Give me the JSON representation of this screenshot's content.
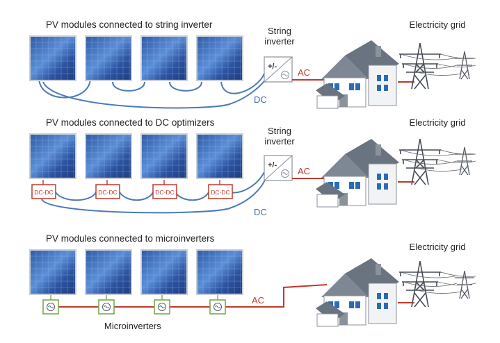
{
  "colors": {
    "dc_wire": "#4a7ab8",
    "ac_wire": "#c0392b",
    "optimizer_border": "#c0392b",
    "micro_border": "#7aa84a",
    "panel_frame": "#c9ced6",
    "text": "#222222",
    "ac_label": "#c0392b",
    "dc_label": "#3f6ea8"
  },
  "icons": [
    "solar-panel-icon",
    "inverter-icon",
    "house-icon",
    "transmission-tower-icon",
    "microinverter-icon"
  ],
  "rows": [
    {
      "id": "string",
      "title": "PV modules connected to string inverter",
      "inverter_label_line1": "String",
      "inverter_label_line2": "inverter",
      "inverter_symbol": "+/-",
      "dc_label": "DC",
      "ac_label": "AC",
      "grid_label": "Electricity grid"
    },
    {
      "id": "optimizer",
      "title": "PV modules connected to DC optimizers",
      "inverter_label_line1": "String",
      "inverter_label_line2": "inverter",
      "inverter_symbol": "+/-",
      "optimizer_label": "DC-DC",
      "dc_label": "DC",
      "ac_label": "AC",
      "grid_label": "Electricity grid"
    },
    {
      "id": "micro",
      "title": "PV modules connected to microinverters",
      "micro_label": "Microinverters",
      "ac_label": "AC",
      "grid_label": "Electricity grid"
    }
  ]
}
